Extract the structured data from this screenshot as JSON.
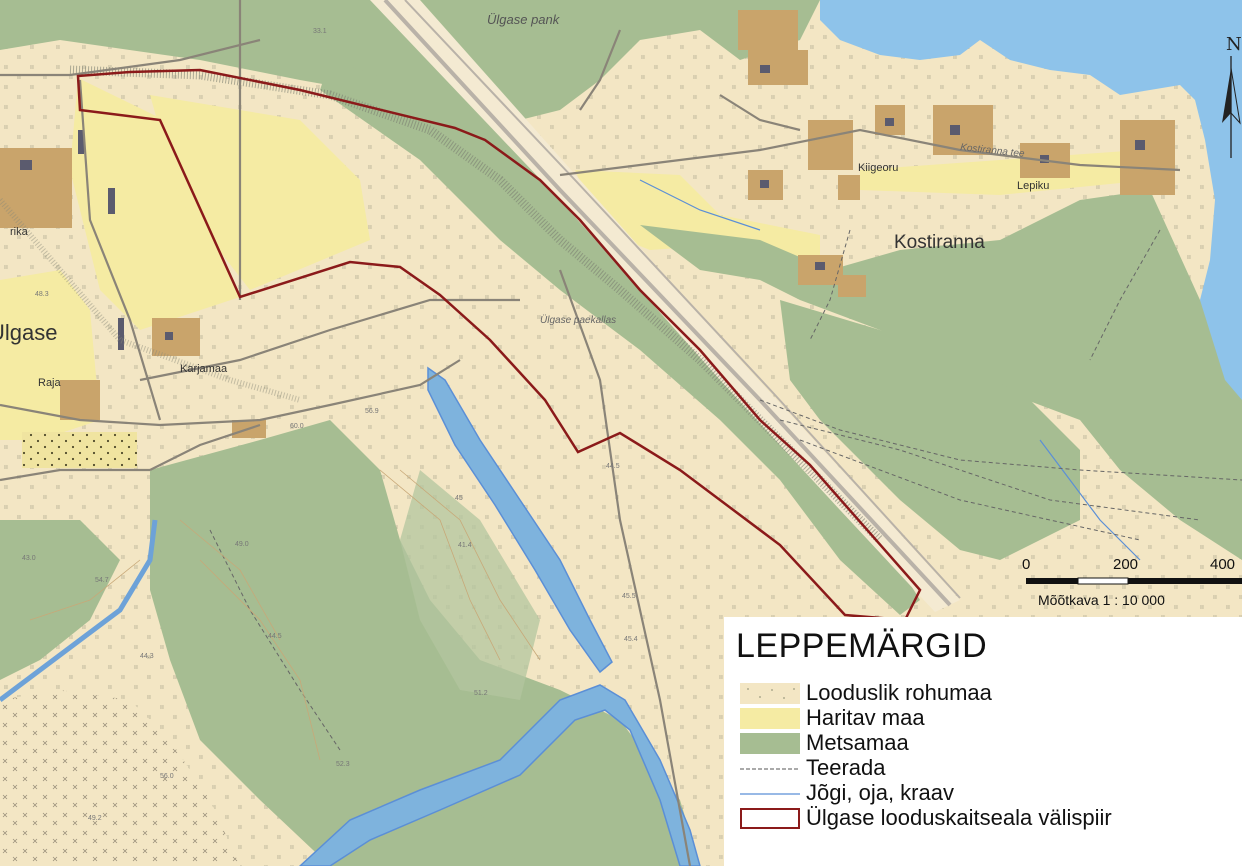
{
  "map": {
    "place_labels": {
      "ulgase_pank": "Ülgase pank",
      "kostiranna": "Kostiranna",
      "kiigeoru": "Kiigeoru",
      "lepiku": "Lepiku",
      "ulgase": "Ülgase",
      "raja": "Raja",
      "karjamaa": "Karjamaa",
      "ulgase_paekallas": "Ülgase paekallas",
      "kostiranna_tee": "Kostiranna tee",
      "arika": "rika"
    },
    "spot_heights": [
      "33.1",
      "48.3",
      "56.9",
      "60.0",
      "43.0",
      "54.7",
      "49.0",
      "41.4",
      "44.5",
      "44.3",
      "45.5",
      "45.4",
      "51.2",
      "52.3",
      "56.0",
      "49.2",
      "44.5",
      "45"
    ]
  },
  "scale_bar": {
    "ticks": [
      "0",
      "200",
      "400"
    ],
    "caption": "Mõõtkava 1 : 10 000"
  },
  "north_arrow": {
    "label": "N"
  },
  "legend": {
    "title": "LEPPEMÄRGID",
    "items": [
      {
        "label": "Looduslik rohumaa",
        "kind": "dotted-fill",
        "color": "#f3e6c4"
      },
      {
        "label": "Haritav maa",
        "kind": "fill",
        "color": "#f5eba3"
      },
      {
        "label": "Metsamaa",
        "kind": "fill",
        "color": "#a6bd92"
      },
      {
        "label": "Teerada",
        "kind": "dashed-line",
        "color": "#777777"
      },
      {
        "label": "Jõgi, oja, kraav",
        "kind": "line",
        "color": "#5b8fd6"
      },
      {
        "label": "Ülgase looduskaitseala välispiir",
        "kind": "outline",
        "color": "#8b1a1a"
      }
    ]
  },
  "colors": {
    "grassland": "#f3e6c4",
    "arable": "#f5eba3",
    "forest": "#a6bd92",
    "water": "#9ccbe8",
    "sea": "#8ec3ea",
    "building_area": "#c9a46b",
    "boundary": "#8b1a1a",
    "road": "#8a8478",
    "stream": "#5b8fd6"
  }
}
